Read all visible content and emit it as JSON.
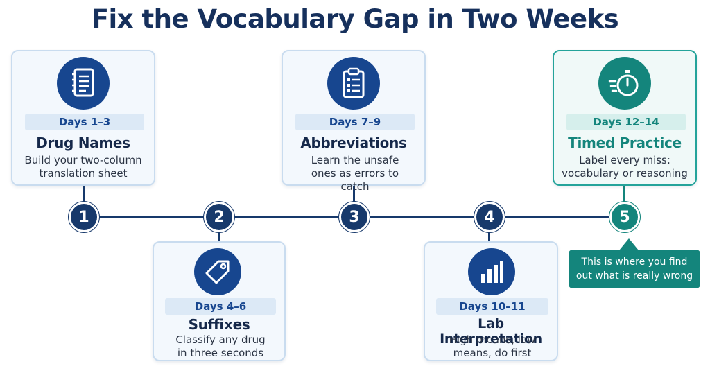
{
  "title": "Fix the Vocabulary Gap in Two Weeks",
  "colors": {
    "navy": "#17396b",
    "blue": "#17468f",
    "teal": "#14857c"
  },
  "steps": [
    {
      "number": "1",
      "days": "Days 1–3",
      "title": "Drug Names",
      "description": "Build your two-column translation sheet",
      "icon": "notebook-icon"
    },
    {
      "number": "2",
      "days": "Days 4–6",
      "title": "Suffixes",
      "description": "Classify any drug in three seconds",
      "icon": "tag-icon"
    },
    {
      "number": "3",
      "days": "Days 7–9",
      "title": "Abbreviations",
      "description": "Learn the unsafe ones as errors to catch",
      "icon": "clipboard-icon"
    },
    {
      "number": "4",
      "days": "Days 10–11",
      "title": "Lab Interpretation",
      "description": "High means, low means, do first",
      "icon": "bar-chart-icon"
    },
    {
      "number": "5",
      "days": "Days 12–14",
      "title": "Timed Practice",
      "description": "Label every miss: vocabulary or reasoning",
      "icon": "stopwatch-icon"
    }
  ],
  "callout": "This is where you find out what is really wrong"
}
